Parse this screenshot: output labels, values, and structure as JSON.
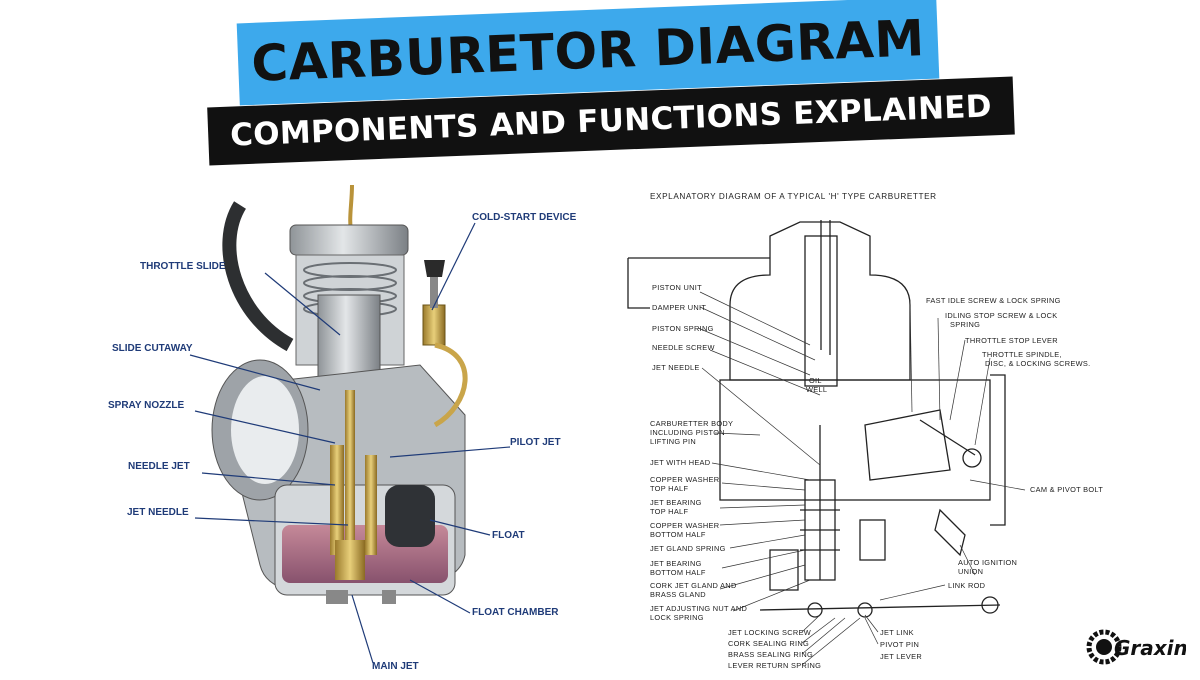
{
  "header": {
    "title": "CARBURETOR DIAGRAM",
    "subtitle": "COMPONENTS AND FUNCTIONS EXPLAINED"
  },
  "left_diagram": {
    "labels": {
      "cold_start": "COLD-START DEVICE",
      "throttle_slide": "THROTTLE SLIDE",
      "slide_cutaway": "SLIDE CUTAWAY",
      "spray_nozzle": "SPRAY NOZZLE",
      "pilot_jet": "PILOT JET",
      "needle_jet": "NEEDLE JET",
      "jet_needle": "JET NEEDLE",
      "float": "FLOAT",
      "float_chamber": "FLOAT CHAMBER",
      "main_jet": "MAIN JET"
    }
  },
  "right_diagram": {
    "title": "EXPLANATORY  DIAGRAM  OF  A  TYPICAL  'H'  TYPE  CARBURETTER",
    "labels": {
      "piston_unit": "PISTON UNIT",
      "damper_unit": "DAMPER UNIT",
      "piston_spring": "PISTON SPRING",
      "needle_screw": "NEEDLE SCREW",
      "jet_needle": "JET NEEDLE",
      "carb_body_1": "CARBURETTER BODY",
      "carb_body_2": "INCLUDING PISTON",
      "carb_body_3": "LIFTING PIN",
      "jet_with_head": "JET WITH HEAD",
      "copper_top_1": "COPPER WASHER",
      "copper_top_2": "TOP HALF",
      "bearing_top_1": "JET BEARING",
      "bearing_top_2": "TOP HALF",
      "copper_bottom_1": "COPPER WASHER",
      "copper_bottom_2": "BOTTOM HALF",
      "gland_spring": "JET GLAND SPRING",
      "bearing_bottom_1": "JET BEARING",
      "bearing_bottom_2": "BOTTOM HALF",
      "cork_gland_1": "CORK JET GLAND AND",
      "cork_gland_2": "BRASS GLAND",
      "adjusting_nut_1": "JET ADJUSTING NUT AND",
      "adjusting_nut_2": "LOCK SPRING",
      "fast_idle": "FAST IDLE SCREW & LOCK SPRING",
      "idling_stop_1": "IDLING STOP SCREW & LOCK",
      "idling_stop_2": "SPRING",
      "throttle_stop": "THROTTLE STOP LEVER",
      "throttle_spindle_1": "THROTTLE SPINDLE,",
      "throttle_spindle_2": "DISC, & LOCKING SCREWS.",
      "oil_1": "OIL",
      "oil_2": "WELL",
      "cam_pivot": "CAM & PIVOT BOLT",
      "auto_ignition_1": "AUTO IGNITION",
      "auto_ignition_2": "UNION",
      "link_rod": "LINK ROD",
      "jet_locking_screw": "JET LOCKING SCREW",
      "cork_sealing": "CORK SEALING RING",
      "brass_sealing": "BRASS SEALING RING",
      "lever_return": "LEVER RETURN SPRING",
      "jet_link": "JET LINK",
      "pivot_pin": "PIVOT PIN",
      "jet_lever": "JET LEVER"
    }
  },
  "logo": {
    "text": "Graxin"
  }
}
